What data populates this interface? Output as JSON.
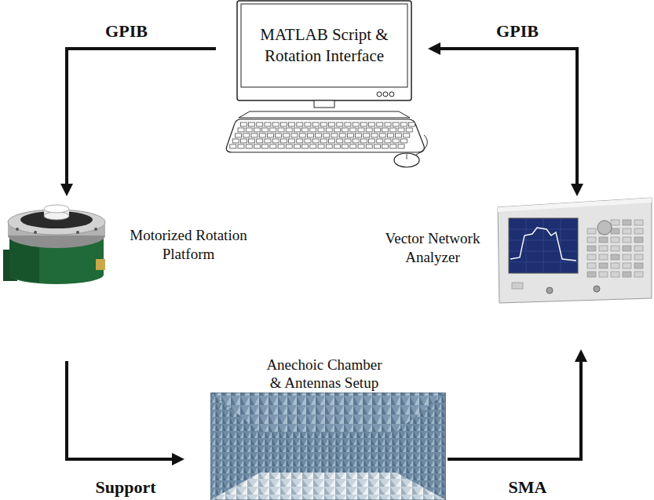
{
  "diagram": {
    "nodes": [
      {
        "text": [
          "MATLAB Script & Rotation Interface"
        ]
      },
      {
        "text": [
          "Motorized Rotation Platform"
        ]
      },
      {
        "text": [
          "Vector Network Analyzer"
        ]
      },
      {
        "text": [
          "Anechoic Chamber & Antennas Setup"
        ]
      }
    ],
    "edges": [
      {
        "from": 0,
        "to": 1,
        "label": "GPIB",
        "arrow": "to"
      },
      {
        "from": 0,
        "to": 2,
        "label": "GPIB",
        "arrow": "both"
      },
      {
        "from": 1,
        "to": 3,
        "label": "Support",
        "arrow": "to"
      },
      {
        "from": 3,
        "to": 2,
        "label": "SMA",
        "arrow": "to"
      }
    ]
  }
}
